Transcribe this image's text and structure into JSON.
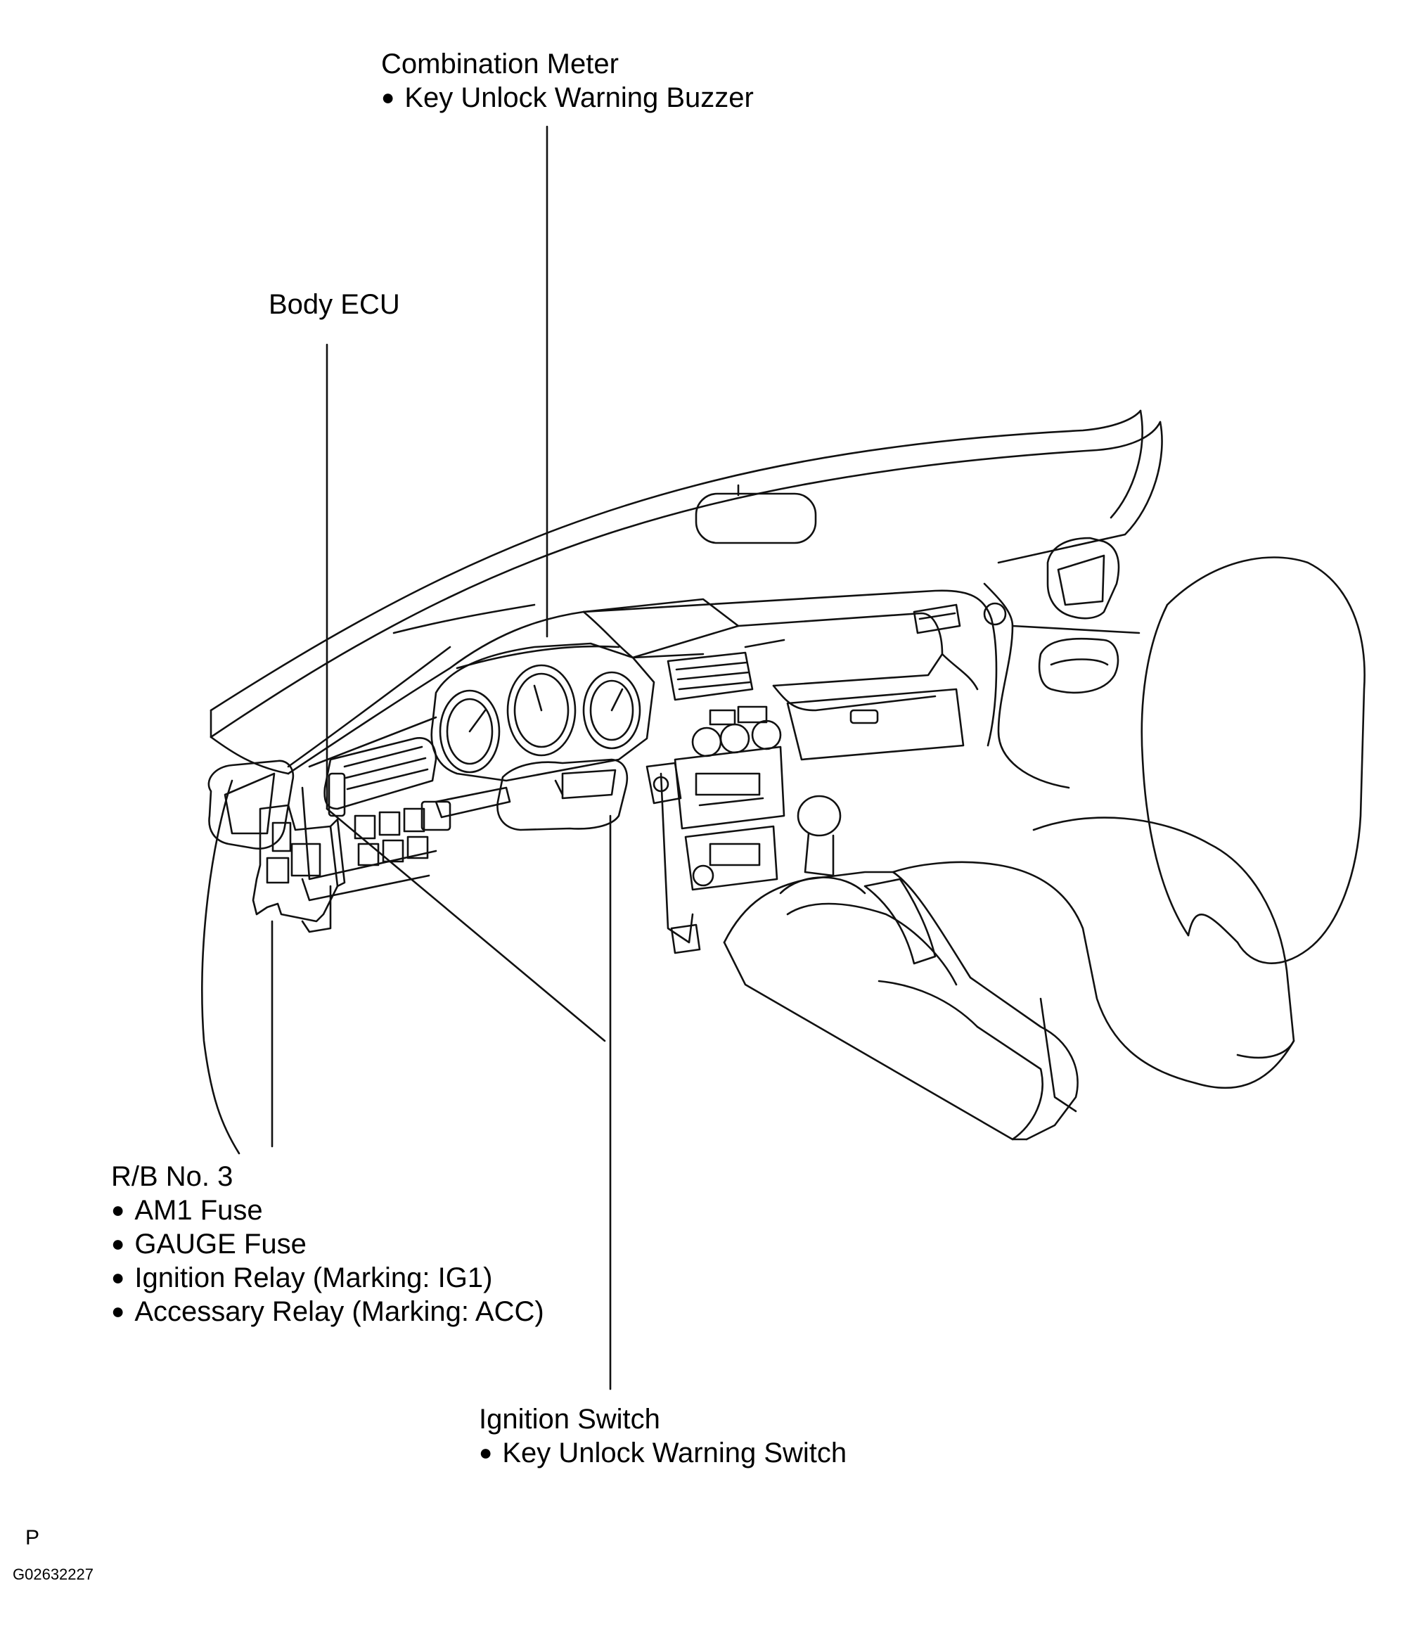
{
  "labels": {
    "combination_meter": {
      "title": "Combination Meter",
      "items": [
        "Key Unlock Warning Buzzer"
      ]
    },
    "body_ecu": {
      "title": "Body ECU"
    },
    "rb_no3": {
      "title": "R/B No. 3",
      "items": [
        "AM1 Fuse",
        "GAUGE Fuse",
        "Ignition Relay (Marking: IG1)",
        "Accessary Relay (Marking: ACC)"
      ]
    },
    "ignition_switch": {
      "title": "Ignition Switch",
      "items": [
        "Key Unlock Warning Switch"
      ]
    }
  },
  "footer": {
    "letter": "P",
    "code": "G02632227"
  }
}
